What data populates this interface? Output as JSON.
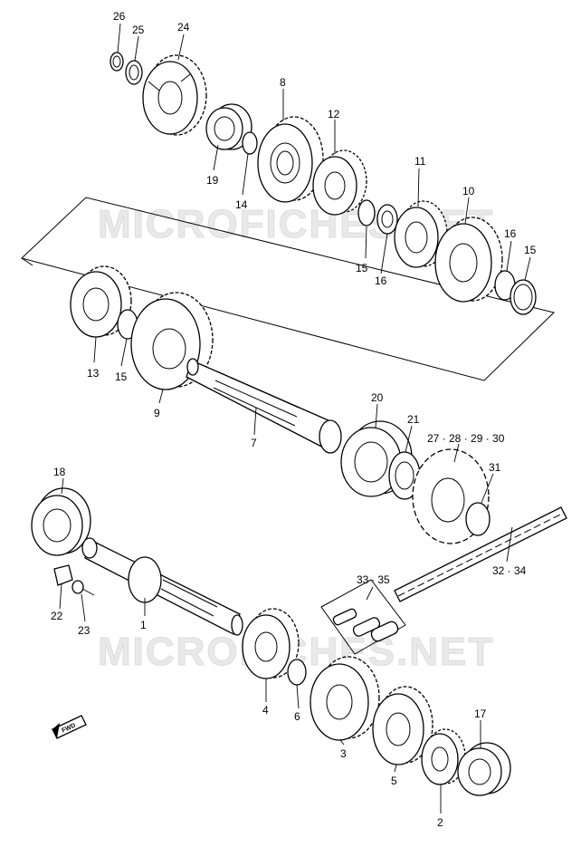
{
  "watermarks": [
    "MICROFICHES.NET",
    "MICROFICHES.NET"
  ],
  "forward_marker": "FWD",
  "callouts": {
    "c26": "26",
    "c25": "25",
    "c24": "24",
    "c8": "8",
    "c12": "12",
    "c19": "19",
    "c14": "14",
    "c11": "11",
    "c10": "10",
    "c16a": "16",
    "c16b": "16",
    "c15a": "15",
    "c15b": "15",
    "c15c": "15",
    "c13": "13",
    "c9": "9",
    "c7": "7",
    "c20": "20",
    "c21": "21",
    "c27": "27 · 28 · 29 · 30",
    "c31": "31",
    "c18": "18",
    "c1": "1",
    "c22": "22",
    "c23": "23",
    "c33": "33 ∙ 35",
    "c32": "32 · 34",
    "c4": "4",
    "c6": "6",
    "c3": "3",
    "c5": "5",
    "c17": "17",
    "c2": "2"
  }
}
